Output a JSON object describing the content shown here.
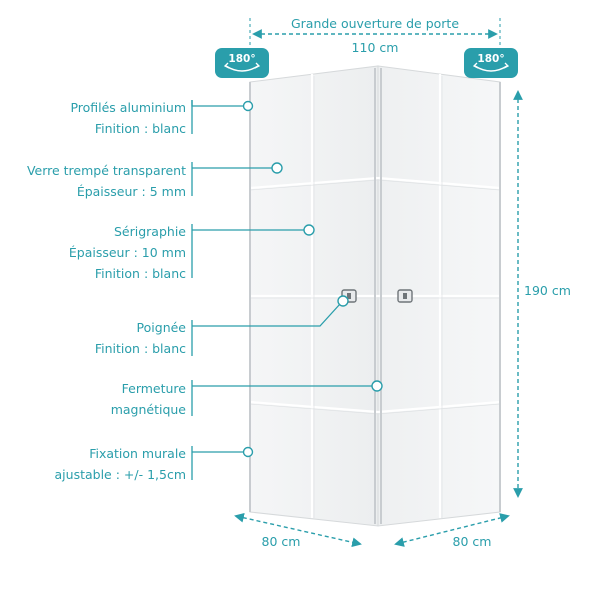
{
  "labels": [
    {
      "lines": [
        "Profilés aluminium",
        "Finition : blanc"
      ]
    },
    {
      "lines": [
        "Verre trempé transparent",
        "Épaisseur : 5 mm"
      ]
    },
    {
      "lines": [
        "Sérigraphie",
        "Épaisseur : 10 mm",
        "Finition : blanc"
      ]
    },
    {
      "lines": [
        "Poignée",
        "Finition : blanc"
      ]
    },
    {
      "lines": [
        "Fermeture",
        "magnétique"
      ]
    },
    {
      "lines": [
        "Fixation murale",
        "ajustable : +/- 1,5cm"
      ]
    }
  ],
  "dimensions": {
    "top_caption": "Grande ouverture de porte",
    "top_width": "110 cm",
    "height": "190 cm",
    "left_depth": "80 cm",
    "right_depth": "80 cm"
  },
  "badges": {
    "left": "180°",
    "right": "180°"
  },
  "colors": {
    "accent": "#2a9eab",
    "badge": "#2a9eab",
    "frame": "#cfd3d6"
  },
  "icons": [
    "rotate-arrow-icon",
    "handle-icon",
    "callout-dot-icon"
  ]
}
